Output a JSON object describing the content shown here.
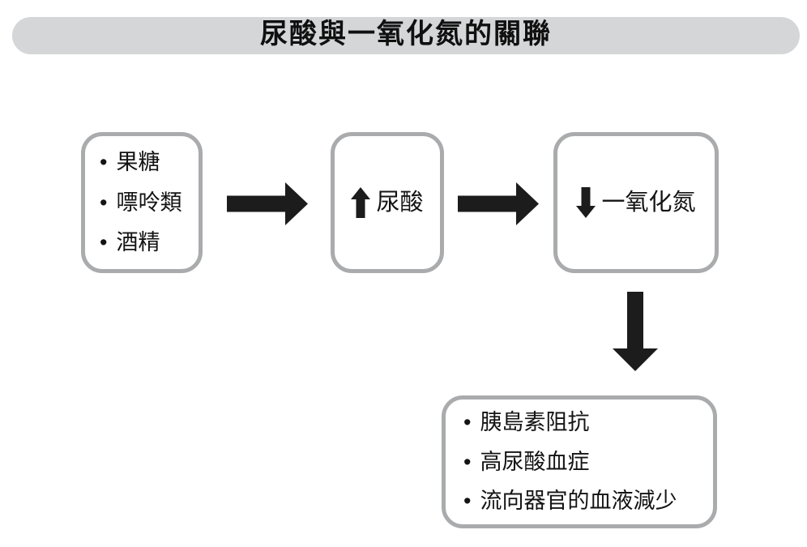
{
  "title": "尿酸與一氧化氮的關聯",
  "bullet": "•",
  "colors": {
    "background": "#ffffff",
    "title_bar_bg": "#d5d6d8",
    "box_border": "#a9abad",
    "arrow_black": "#1c1c1c",
    "text": "#141414"
  },
  "flow": {
    "causes_box": {
      "items": [
        "果糖",
        "嘌呤類",
        "酒精"
      ]
    },
    "uric_acid_box": {
      "icon": "up-arrow-icon",
      "label": "尿酸"
    },
    "nitric_oxide_box": {
      "icon": "down-arrow-icon",
      "label": "一氧化氮"
    },
    "effects_box": {
      "items": [
        "胰島素阻抗",
        "高尿酸血症",
        "流向器官的血液減少"
      ]
    },
    "connectors": [
      "right-block-arrow",
      "right-block-arrow",
      "down-block-arrow"
    ]
  }
}
